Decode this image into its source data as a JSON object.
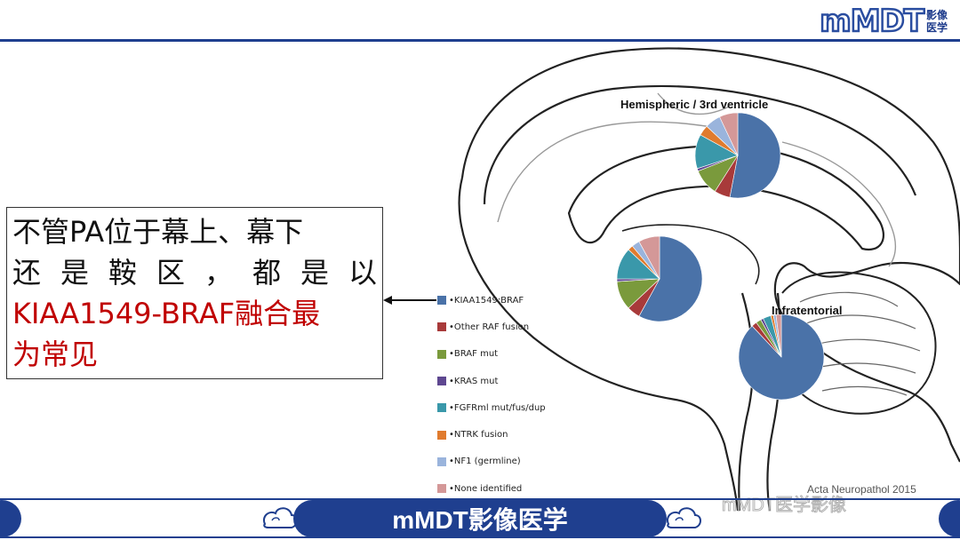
{
  "header": {
    "logo_main": "mMDT",
    "logo_cn_top": "影像",
    "logo_cn_bottom": "医学"
  },
  "callout": {
    "line1": "不管PA位于幕上、幕下",
    "line2": "还是鞍区，都是以",
    "line3_red": "KIAA1549-BRAF融合最",
    "line4_red": "为常见"
  },
  "citation": "Acta Neuropathol 2015",
  "watermark": "mMDT医学影像",
  "footer": {
    "title": "mMDT影像医学"
  },
  "colors": {
    "brand": "#1f3f8f",
    "highlight_red": "#c00000"
  },
  "chart_data": [
    {
      "type": "pie",
      "title": "Hemispheric / 3rd ventricle",
      "categories": [
        "KIAA1549:BRAF",
        "Other RAF fusion",
        "BRAF mut",
        "KRAS mut",
        "FGFRml mut/fus/dup",
        "NTRK fusion",
        "NF1 (germline)",
        "None identified"
      ],
      "values": [
        53,
        6,
        10,
        1,
        13,
        4,
        6,
        7
      ]
    },
    {
      "type": "pie",
      "title": "",
      "categories": [
        "KIAA1549:BRAF",
        "Other RAF fusion",
        "BRAF mut",
        "KRAS mut",
        "FGFRml mut/fus/dup",
        "NTRK fusion",
        "NF1 (germline)",
        "None identified"
      ],
      "values": [
        58,
        5,
        11,
        1,
        12,
        2,
        3,
        8
      ]
    },
    {
      "type": "pie",
      "title": "Infratentorial",
      "categories": [
        "KIAA1549:BRAF",
        "Other RAF fusion",
        "BRAF mut",
        "KRAS mut",
        "FGFRml mut/fus/dup",
        "NTRK fusion",
        "NF1 (germline)",
        "None identified"
      ],
      "values": [
        88,
        2,
        2,
        1,
        3,
        1,
        1,
        2
      ]
    }
  ],
  "legend": [
    {
      "label": "•KIAA1549:BRAF",
      "color": "#4a72a8"
    },
    {
      "label": "•Other RAF fusion",
      "color": "#a83a3a"
    },
    {
      "label": "•BRAF mut",
      "color": "#7a9a3c"
    },
    {
      "label": "•KRAS mut",
      "color": "#5e4790"
    },
    {
      "label": "•FGFRml  mut/fus/dup",
      "color": "#3a98aa"
    },
    {
      "label": "•NTRK fusion",
      "color": "#e07b2e"
    },
    {
      "label": "•NF1 (germline)",
      "color": "#9ab4dc"
    },
    {
      "label": "•None identified",
      "color": "#d49898"
    }
  ]
}
